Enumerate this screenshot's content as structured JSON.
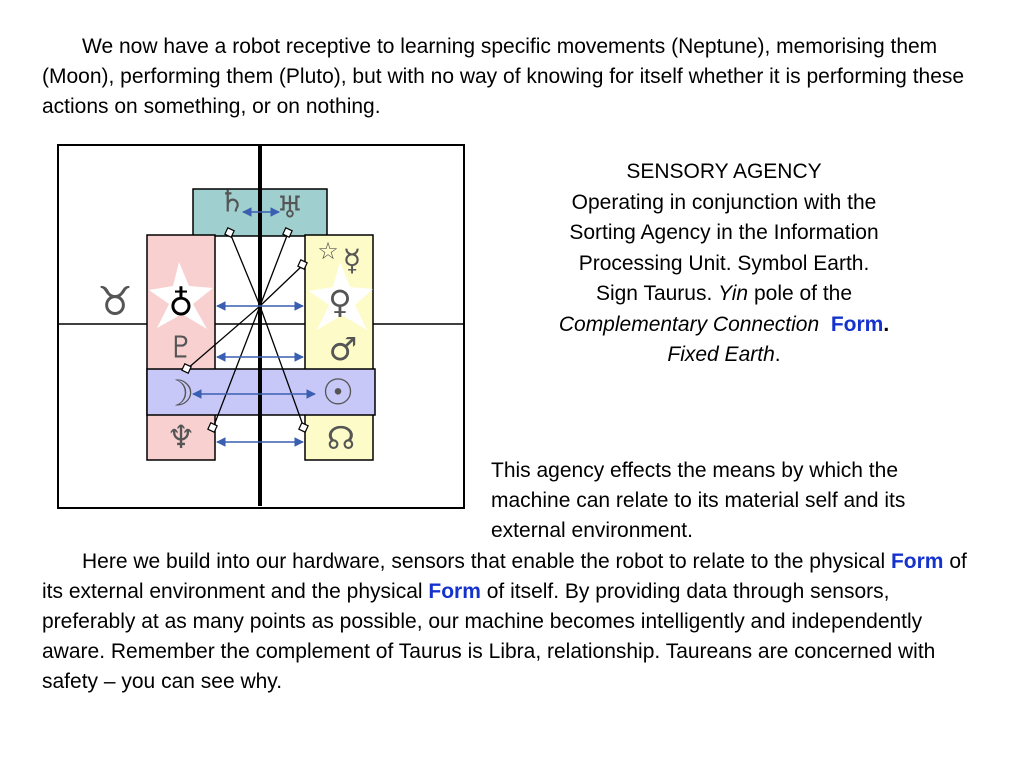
{
  "intro": {
    "text": "We now have a robot receptive to learning specific movements (Neptune), memorising them (Moon), performing them (Pluto), but with no way of knowing for itself whether it is performing these actions on something, or on nothing."
  },
  "agency": {
    "title": "SENSORY AGENCY",
    "line1": "Operating in conjunction with the",
    "line2": "Sorting Agency in the Information",
    "line3": "Processing Unit. Symbol Earth.",
    "line4_a": "Sign Taurus. ",
    "line4_yin": "Yin",
    "line4_b": " pole of the",
    "line5_conn": "Complementary Connection",
    "line5_form": "Form",
    "line5_dot": ".",
    "line6_fixed": "Fixed Earth",
    "line6_dot": "."
  },
  "agency_desc": {
    "text": "This agency effects the means by which the machine can relate to its material self and its external environment."
  },
  "body": {
    "part1": "Here we build into our hardware, sensors that enable the robot to relate to the physical ",
    "form1": "Form",
    "part2": " of its external environment and the physical ",
    "form2": "Form",
    "part3": " of itself. By providing data through sensors, preferably at as many points as possible, our machine becomes intelligently and independently aware. Remember the complement of Taurus is Libra, relationship. Taureans are concerned with safety – you can see why."
  },
  "symbols": {
    "taurus": "♉",
    "earth": "♁",
    "saturn": "♄",
    "uranus": "♅",
    "star": "☆",
    "mercury": "☿",
    "venus": "♀",
    "mars": "♂",
    "pluto": "♇",
    "moon": "☽",
    "sun": "☉",
    "neptune": "♆",
    "node": "☊"
  },
  "colors": {
    "teal": "#9fcfcf",
    "pink": "#f8d0d0",
    "yellow": "#fdfbc8",
    "lavender": "#c8c8f8",
    "glyph": "#555555",
    "arrow": "#3a5fb0",
    "form_keyword": "#1533cc"
  }
}
